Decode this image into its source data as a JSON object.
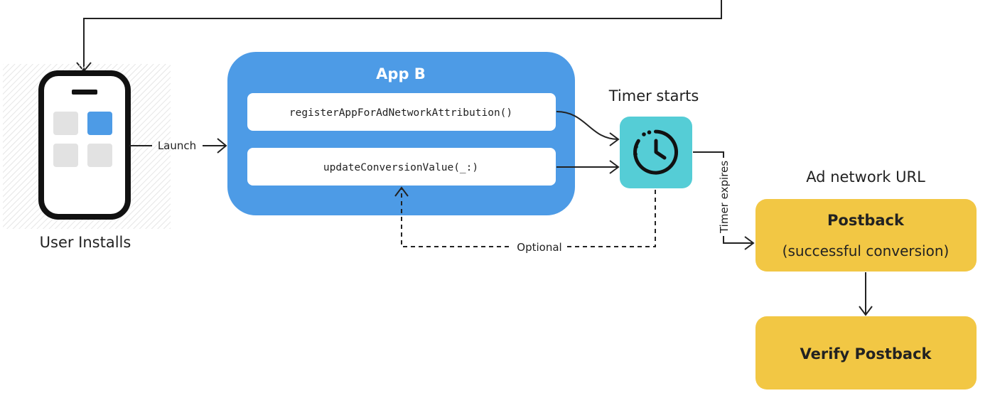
{
  "diagram": {
    "phone_caption": "User Installs",
    "launch_label": "Launch",
    "app_title": "App B",
    "method_register": "registerAppForAdNetworkAttribution()",
    "method_update": "updateConversionValue(_:)",
    "timer_title": "Timer starts",
    "timer_expires_label": "Timer expires",
    "optional_label": "Optional",
    "ad_network_title": "Ad network URL",
    "postback_title": "Postback",
    "postback_subtitle": "(successful conversion)",
    "verify_label": "Verify Postback",
    "icons": {
      "phone": "smartphone-icon",
      "timer": "timer-clock-icon"
    },
    "colors": {
      "app_blue": "#4d9be6",
      "timer_teal": "#55cdd6",
      "postback_yellow": "#f2c744",
      "tile_gray": "#e2e2e2",
      "tile_highlight": "#4d9be6"
    }
  }
}
